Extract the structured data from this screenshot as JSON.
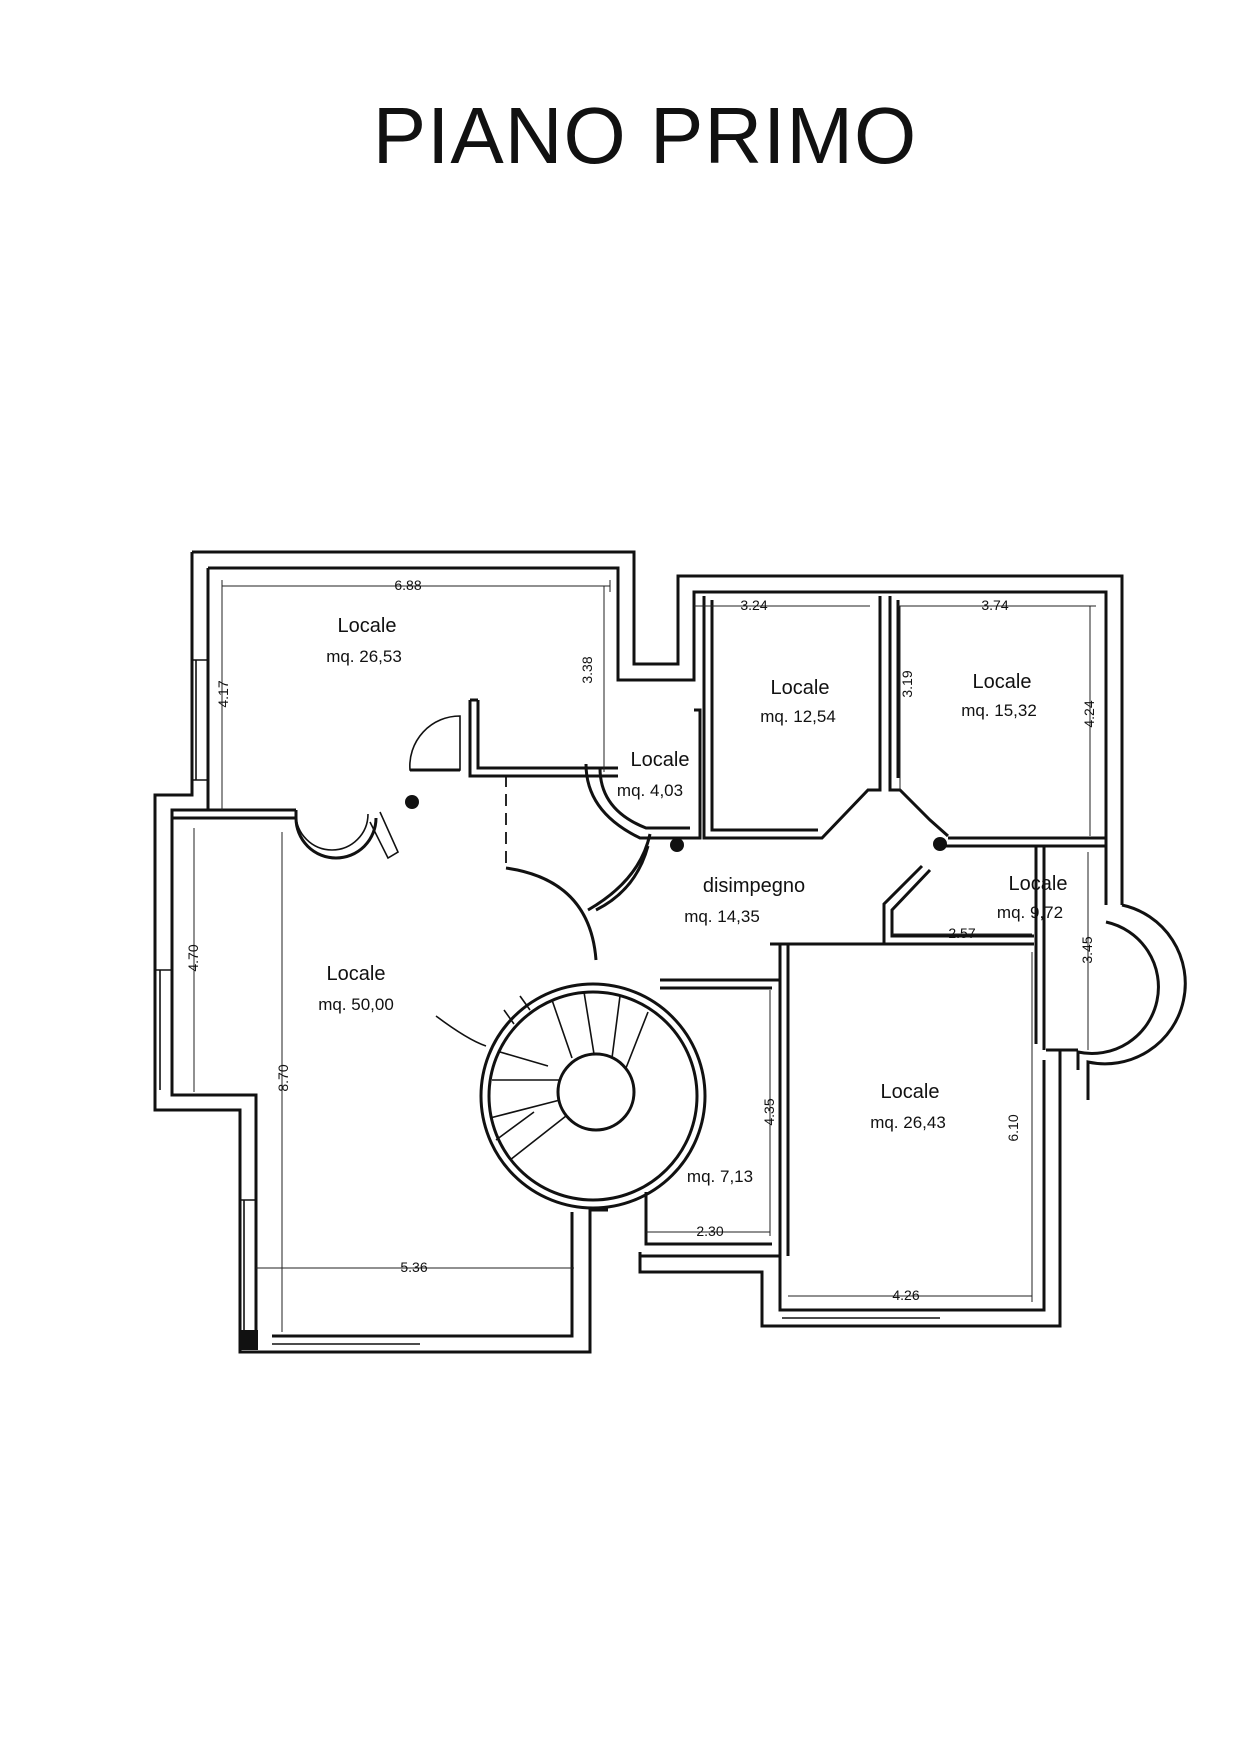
{
  "title": "PIANO PRIMO",
  "rooms": [
    {
      "id": "r1",
      "name": "Locale",
      "area": "mq. 26,53"
    },
    {
      "id": "r2",
      "name": "Locale",
      "area": "mq. 4,03"
    },
    {
      "id": "r3",
      "name": "Locale",
      "area": "mq. 12,54"
    },
    {
      "id": "r4",
      "name": "Locale",
      "area": "mq. 15,32"
    },
    {
      "id": "r5",
      "name": "Locale",
      "area": "mq. 9,72"
    },
    {
      "id": "r6",
      "name": "disimpegno",
      "area": "mq. 14,35"
    },
    {
      "id": "r7",
      "name": "Locale",
      "area": "mq. 50,00"
    },
    {
      "id": "r8",
      "name": "",
      "area": "mq. 7,13"
    },
    {
      "id": "r9",
      "name": "Locale",
      "area": "mq. 26,43"
    }
  ],
  "dimensions": {
    "d688": "6.88",
    "d338": "3.38",
    "d417": "4.17",
    "d324": "3.24",
    "d319": "3.19",
    "d374": "3.74",
    "d424": "4.24",
    "d257": "2.57",
    "d345": "3.45",
    "d470": "4.70",
    "d870": "8.70",
    "d536": "5.36",
    "d435": "4.35",
    "d230": "2.30",
    "d610": "6.10",
    "d426": "4.26"
  }
}
